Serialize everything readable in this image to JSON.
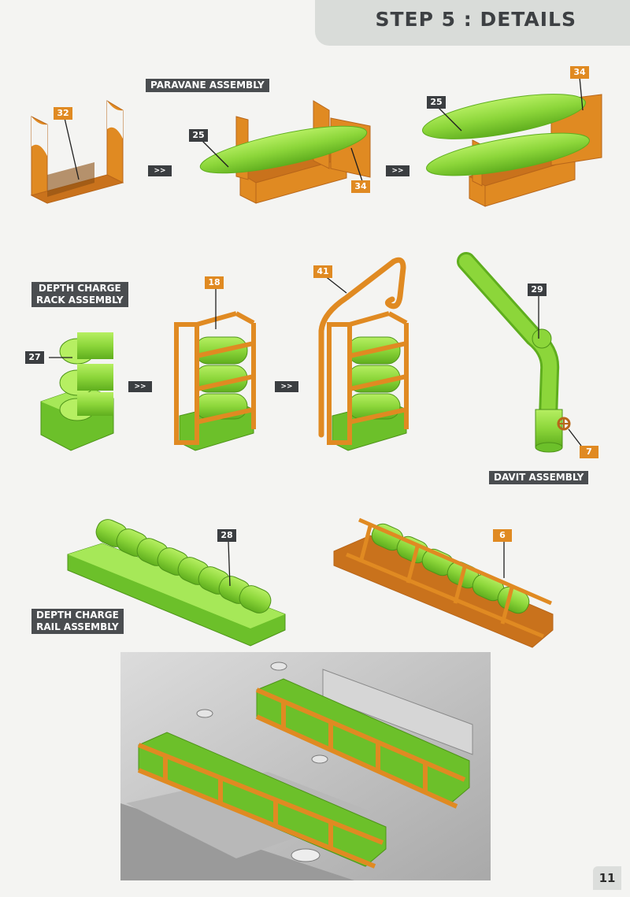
{
  "header": {
    "title": "STEP 5 : DETAILS"
  },
  "sections": {
    "paravane": {
      "label": "PARAVANE ASSEMBLY"
    },
    "depth_rack": {
      "line1": "DEPTH CHARGE",
      "line2": "RACK ASSEMBLY"
    },
    "davit": {
      "label": "DAVIT ASSEMBLY"
    },
    "depth_rail": {
      "line1": "DEPTH CHARGE",
      "line2": "RAIL ASSEMBLY"
    }
  },
  "callouts": {
    "paravane_a_32": "32",
    "paravane_b_25": "25",
    "paravane_b_34": "34",
    "paravane_c_25": "25",
    "paravane_c_34": "34",
    "rack_a_27": "27",
    "rack_b_18": "18",
    "rack_c_41": "41",
    "davit_29": "29",
    "davit_7": "7",
    "rail_a_28": "28",
    "rail_b_6": "6"
  },
  "step_arrow": ">>",
  "page_number": "11",
  "colors": {
    "green": "#8cd63a",
    "green_dark": "#5fae1e",
    "orange": "#e08a22",
    "orange_dark": "#b8661a",
    "label_dark": "#3b3e41",
    "deck_gray": "#c8c8c8"
  }
}
